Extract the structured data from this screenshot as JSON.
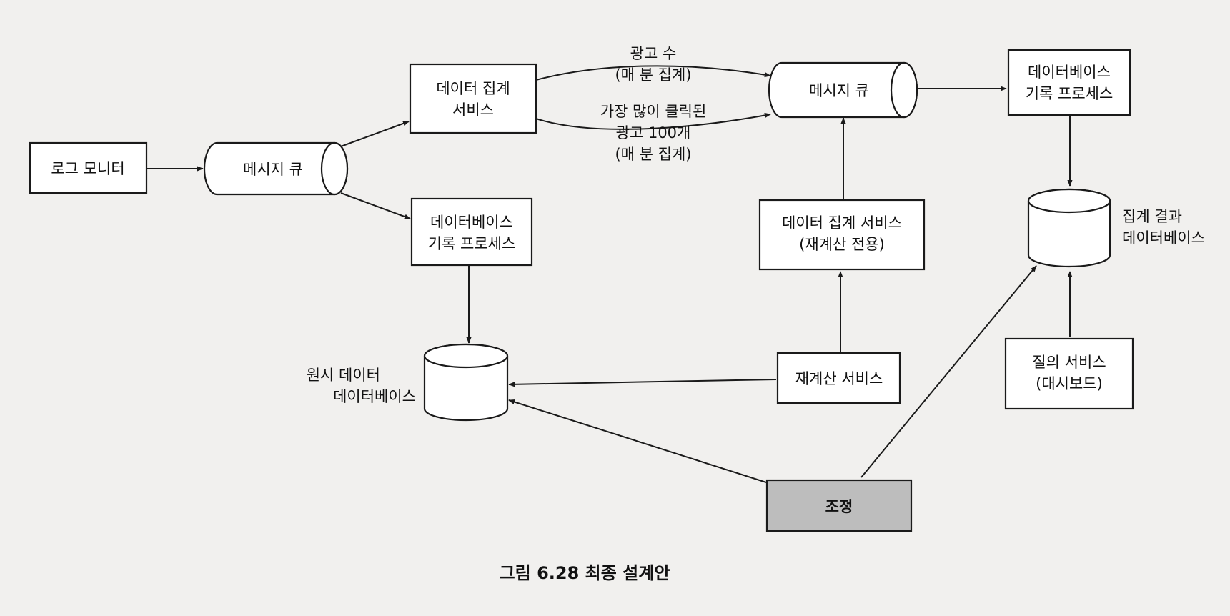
{
  "caption": "그림 6.28 최종 설계안",
  "nodes": {
    "log_monitor": {
      "lines": [
        "로그 모니터"
      ]
    },
    "mq_left": {
      "lines": [
        "메시지 큐"
      ]
    },
    "agg_service": {
      "lines": [
        "데이터 집계",
        "서비스"
      ]
    },
    "db_writer_left": {
      "lines": [
        "데이터베이스",
        "기록 프로세스"
      ]
    },
    "mq_right": {
      "lines": [
        "메시지 큐"
      ]
    },
    "db_writer_right": {
      "lines": [
        "데이터베이스",
        "기록 프로세스"
      ]
    },
    "raw_db": {
      "lines": [
        "원시 데이터",
        "데이터베이스"
      ]
    },
    "agg_db": {
      "lines": [
        "집계 결과",
        "데이터베이스"
      ]
    },
    "recompute_agg": {
      "lines": [
        "데이터 집계 서비스",
        "(재계산 전용)"
      ]
    },
    "recompute": {
      "lines": [
        "재계산 서비스"
      ]
    },
    "query": {
      "lines": [
        "질의 서비스",
        "(대시보드)"
      ]
    },
    "reconcile": {
      "lines": [
        "조정"
      ]
    }
  },
  "edge_labels": {
    "ad_count": [
      "광고 수",
      "(매 분 집계)"
    ],
    "top_ads": [
      "가장 많이 클릭된",
      "광고 100개",
      "(매 분 집계)"
    ]
  }
}
